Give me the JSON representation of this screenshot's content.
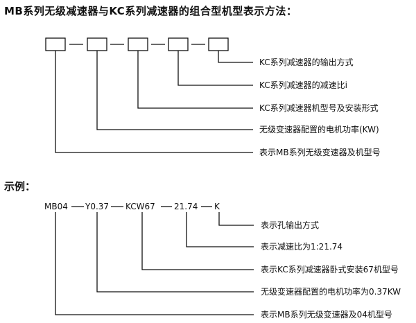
{
  "title": "MB系列无级减速器与KC系列减速器的组合型机型表示方法：",
  "scheme": {
    "labels": [
      "KC系列减速器的输出方式",
      "KC系列减速器的减速比i",
      "KC系列减速器机型号及安装形式",
      "无级变速器配置的电机功率(KW)",
      "表示MB系列无级变速器及机型号"
    ]
  },
  "example": {
    "heading": "示例：",
    "codes": [
      "MB04",
      "Y0.37",
      "KCW67",
      "21.74",
      "K"
    ],
    "labels": [
      "表示孔输出方式",
      "表示减速比为1:21.74",
      "表示KC系列减速器卧式安装67机型号",
      "无级变速器配置的电机功率为0.37KW",
      "表示MB系列无级变速器及04机型号"
    ]
  }
}
